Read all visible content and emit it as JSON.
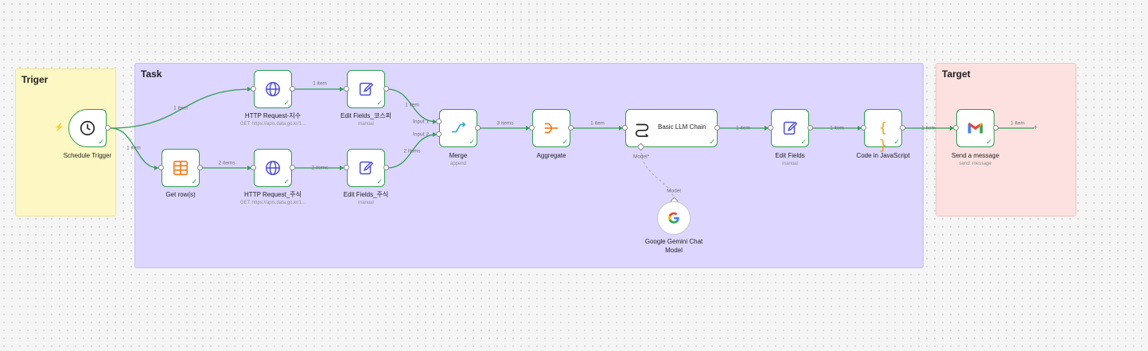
{
  "sticky_notes": {
    "trigger": "Triger",
    "task": "Task",
    "target": "Target"
  },
  "nodes": {
    "schedule": {
      "label": "Schedule Trigger",
      "icon": "clock-icon"
    },
    "http_jisu": {
      "label": "HTTP Request-지수",
      "sub": "GET: https://apis.data.go.kr/1...",
      "icon": "globe-icon"
    },
    "edit_kospi": {
      "label": "Edit Fields_코스피",
      "sub": "manual",
      "icon": "pencil-icon"
    },
    "get_rows": {
      "label": "Get row(s)",
      "icon": "table-icon"
    },
    "http_jusik": {
      "label": "HTTP Request_주식",
      "sub": "GET: https://apis.data.go.kr/1...",
      "icon": "globe-icon"
    },
    "edit_jusik": {
      "label": "Edit Fields_주식",
      "sub": "manual",
      "icon": "pencil-icon"
    },
    "merge": {
      "label": "Merge",
      "sub": "append",
      "input1": "Input 1",
      "input2": "Input 2",
      "icon": "merge-icon"
    },
    "aggregate": {
      "label": "Aggregate",
      "icon": "aggregate-icon"
    },
    "llm_chain": {
      "label": "Basic LLM Chain",
      "port": "Model*",
      "icon": "chain-icon"
    },
    "gemini": {
      "label1": "Google Gemini Chat",
      "label2": "Model",
      "port": "Model",
      "icon": "google-icon"
    },
    "edit_fields": {
      "label": "Edit Fields",
      "sub": "manual",
      "icon": "pencil-icon"
    },
    "code_js": {
      "label": "Code in JavaScript",
      "icon": "braces-icon"
    },
    "gmail": {
      "label": "Send a message",
      "sub": "send: message",
      "icon": "gmail-icon"
    }
  },
  "edges": {
    "sched_http": "1 item",
    "sched_rows": "1 item",
    "http_edit_kospi": "1 item",
    "kospi_merge": "1 item",
    "rows_http": "2 items",
    "http_edit_jusik": "2 items",
    "jusik_merge": "2 items",
    "merge_agg": "3 items",
    "agg_llm": "1 item",
    "llm_edit": "1 item",
    "edit_code": "1 item",
    "code_gmail": "1 item",
    "gmail_out": "1 item"
  },
  "colors": {
    "success": "#2e9e4f",
    "trigger_note": "#fdf7c3",
    "task_note": "#ddd6ff",
    "target_note": "#fde1e1"
  }
}
